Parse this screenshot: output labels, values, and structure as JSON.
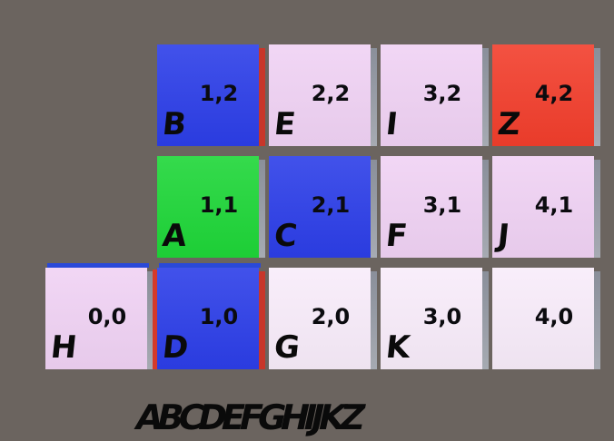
{
  "colors": {
    "background": "#6b645f",
    "pink": "#f0d2f4",
    "pale": "#f8ecfa",
    "blue": "#2c3ee8",
    "green": "#1ed638",
    "red": "#f23e2c"
  },
  "cubes": [
    {
      "coord": "1,2",
      "letter": "B",
      "color": "#2c3ee8",
      "name": "cube-1-2"
    },
    {
      "coord": "2,2",
      "letter": "E",
      "color": "#f0d2f4",
      "name": "cube-2-2"
    },
    {
      "coord": "3,2",
      "letter": "I",
      "color": "#f0d2f4",
      "name": "cube-3-2"
    },
    {
      "coord": "4,2",
      "letter": "Z",
      "color": "#f23e2c",
      "name": "cube-4-2"
    },
    {
      "coord": "1,1",
      "letter": "A",
      "color": "#1ed638",
      "name": "cube-1-1"
    },
    {
      "coord": "2,1",
      "letter": "C",
      "color": "#2c3ee8",
      "name": "cube-2-1"
    },
    {
      "coord": "3,1",
      "letter": "F",
      "color": "#f0d2f4",
      "name": "cube-3-1"
    },
    {
      "coord": "4,1",
      "letter": "J",
      "color": "#f0d2f4",
      "name": "cube-4-1"
    },
    {
      "coord": "0,0",
      "letter": "H",
      "color": "#f0d2f4",
      "name": "cube-0-0"
    },
    {
      "coord": "1,0",
      "letter": "D",
      "color": "#2c3ee8",
      "name": "cube-1-0"
    },
    {
      "coord": "2,0",
      "letter": "G",
      "color": "#f8ecfa",
      "name": "cube-2-0"
    },
    {
      "coord": "3,0",
      "letter": "K",
      "color": "#f8ecfa",
      "name": "cube-3-0"
    },
    {
      "coord": "4,0",
      "letter": "",
      "color": "#f8ecfa",
      "name": "cube-4-0"
    }
  ],
  "handwriting": "ABCDEFGHIJKZ"
}
